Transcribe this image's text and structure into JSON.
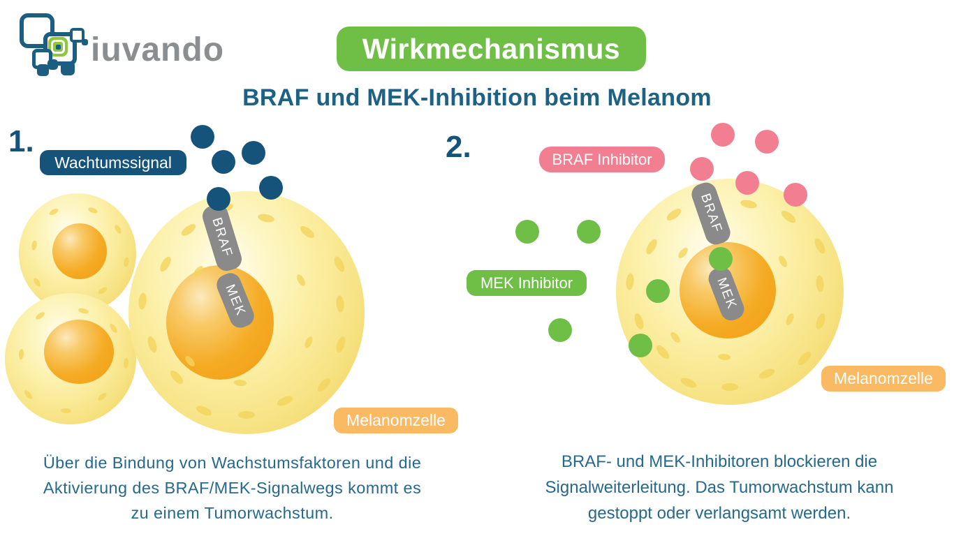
{
  "brand": {
    "wordmark": "iuvando"
  },
  "header": {
    "banner_title": "Wirkmechanismus",
    "subtitle": "BRAF und MEK-Inhibition beim Melanom"
  },
  "step1": {
    "number": "1.",
    "growth_signal_label": "Wachtumssignal",
    "braf_label": "BRAF",
    "mek_label": "MEK",
    "melanoma_cell_label": "Melanomzelle",
    "caption_lines": [
      "Über die Bindung von Wachstumsfaktoren und die",
      "Aktivierung des BRAF/MEK-Signalwegs kommt es",
      "zu einem Tumorwachstum."
    ]
  },
  "step2": {
    "number": "2.",
    "braf_inhibitor_label": "BRAF Inhibitor",
    "mek_inhibitor_label": "MEK Inhibitor",
    "braf_label": "BRAF",
    "mek_label": "MEK",
    "melanoma_cell_label": "Melanomzelle",
    "caption_lines": [
      "BRAF- und MEK-Inhibitoren blockieren die",
      "Signalweiterleitung. Das Tumorwachstum kann",
      "gestoppt oder verlangsamt werden."
    ]
  },
  "colors": {
    "accent_blue": "#16537b",
    "heading_blue": "#1d6184",
    "caption_blue": "#26698c",
    "banner_green": "#6fbe45",
    "inhibitor_green": "#6fbe45",
    "inhibitor_pink": "#f27e91",
    "cell_label_orange": "#fab963",
    "pathway_gray": "#8a8a8a",
    "logo_green": "#8dc63f",
    "logo_teal": "#1b5e82",
    "wordmark_gray": "#8b8e90"
  }
}
